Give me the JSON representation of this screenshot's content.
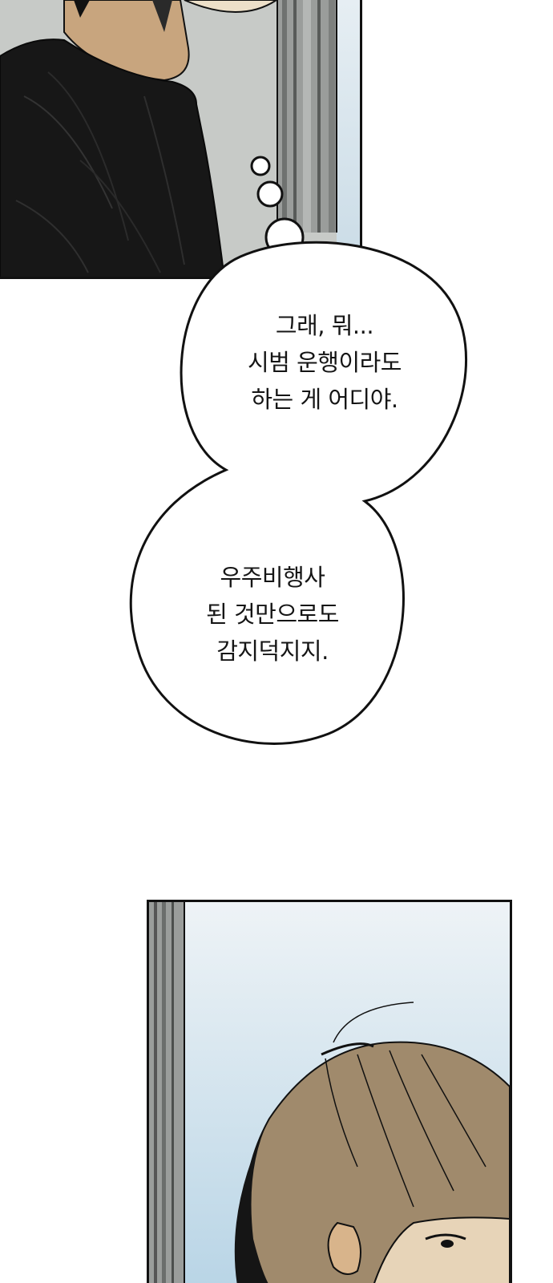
{
  "bubbles": {
    "upper": {
      "lines": [
        "그래, 뭐...",
        "시범 운행이라도",
        "하는 게 어디야."
      ]
    },
    "lower": {
      "lines": [
        "우주비행사",
        "된 것만으로도",
        "감지덕지지."
      ]
    }
  },
  "colors": {
    "ink": "#111111",
    "sky": "#d9e7ef",
    "wall": "#c9ccc9",
    "skin": "#c8a57e",
    "shirt": "#171717",
    "hair": "#a08a6c"
  }
}
